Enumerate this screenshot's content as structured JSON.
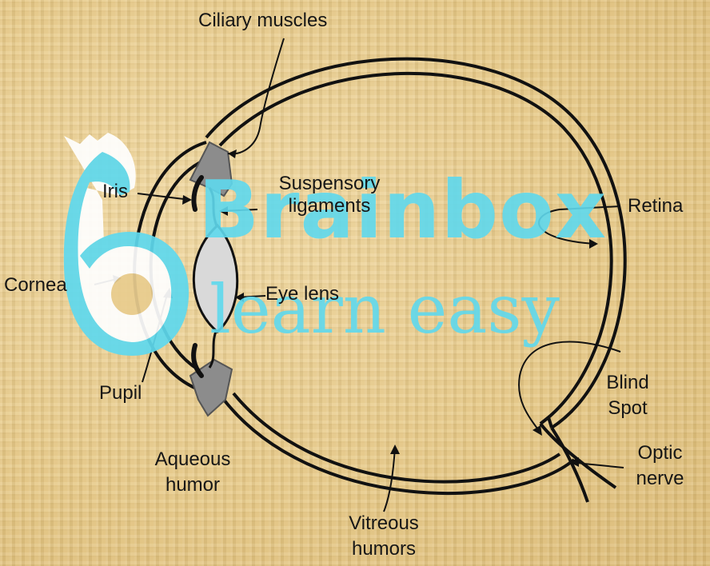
{
  "labels": {
    "ciliary_muscles": "Ciliary muscles",
    "iris": "Iris",
    "suspensory_ligaments_line1": "Suspensory",
    "suspensory_ligaments_line2": "ligaments",
    "retina": "Retina",
    "cornea": "Cornea",
    "eye_lens": "Eye lens",
    "pupil": "Pupil",
    "blind_spot_line1": "Blind",
    "blind_spot_line2": "Spot",
    "aqueous_humor_line1": "Aqueous",
    "aqueous_humor_line2": "humor",
    "optic_nerve_line1": "Optic",
    "optic_nerve_line2": "nerve",
    "vitreous_humors_line1": "Vitreous",
    "vitreous_humors_line2": "humors"
  },
  "watermark": {
    "brand": "Brainbox",
    "tagline": "learn easy",
    "color": "#5fd9ee"
  },
  "colors": {
    "background": "#e9cd8f",
    "outline": "#111111",
    "ciliary_fill": "#8c8c8c",
    "lens_fill": "#d9d9d9"
  }
}
